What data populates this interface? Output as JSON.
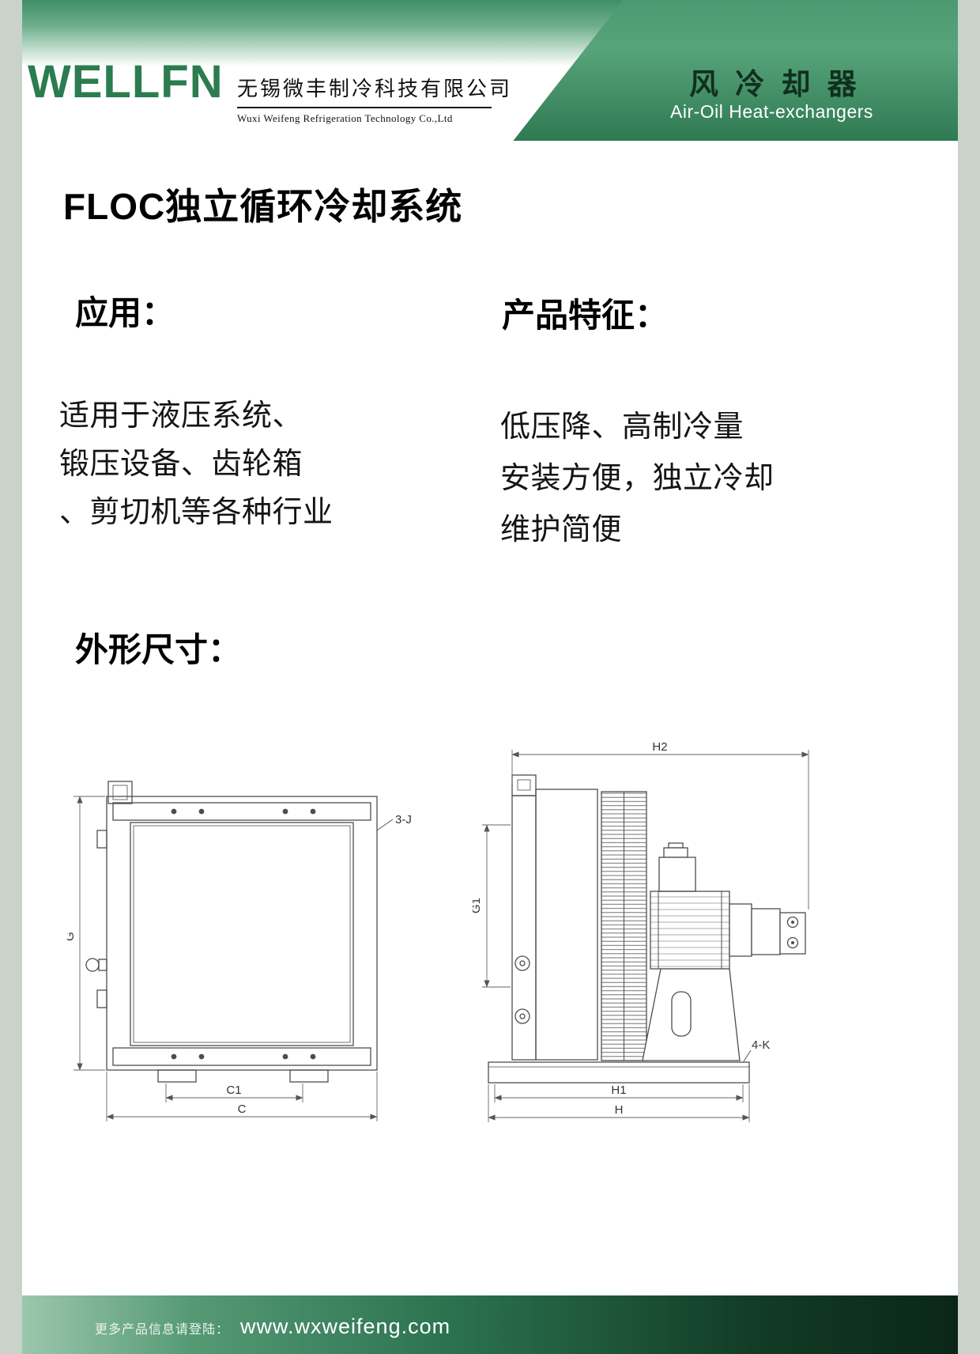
{
  "header": {
    "logo": "WELLFN",
    "company_cn": "无锡微丰制冷科技有限公司",
    "company_en": "Wuxi Weifeng Refrigeration Technology Co.,Ltd",
    "banner_cn": "风 冷 却 器",
    "banner_en": "Air-Oil Heat-exchangers"
  },
  "title": "FLOC独立循环冷却系统",
  "application": {
    "heading": "应用：",
    "lines": [
      "适用于液压系统、",
      "锻压设备、齿轮箱",
      "、剪切机等各种行业"
    ]
  },
  "features": {
    "heading": "产品特征：",
    "lines": [
      "低压降、高制冷量",
      "安装方便，独立冷却",
      "维护简便"
    ]
  },
  "dimensions_heading": "外形尺寸：",
  "drawings": {
    "front": {
      "g": "G",
      "c1": "C1",
      "c": "C",
      "j3": "3-J"
    },
    "side": {
      "h2": "H2",
      "g1": "G1",
      "h1": "H1",
      "h": "H",
      "k4": "4-K"
    }
  },
  "footer": {
    "prompt": "更多产品信息请登陆：",
    "url": "www.wxweifeng.com"
  },
  "colors": {
    "brand_green": "#2b7c4e",
    "header_green": "#3e8f65",
    "footer_dark_green": "#0a2617",
    "side_border": "#c9d3ca"
  }
}
